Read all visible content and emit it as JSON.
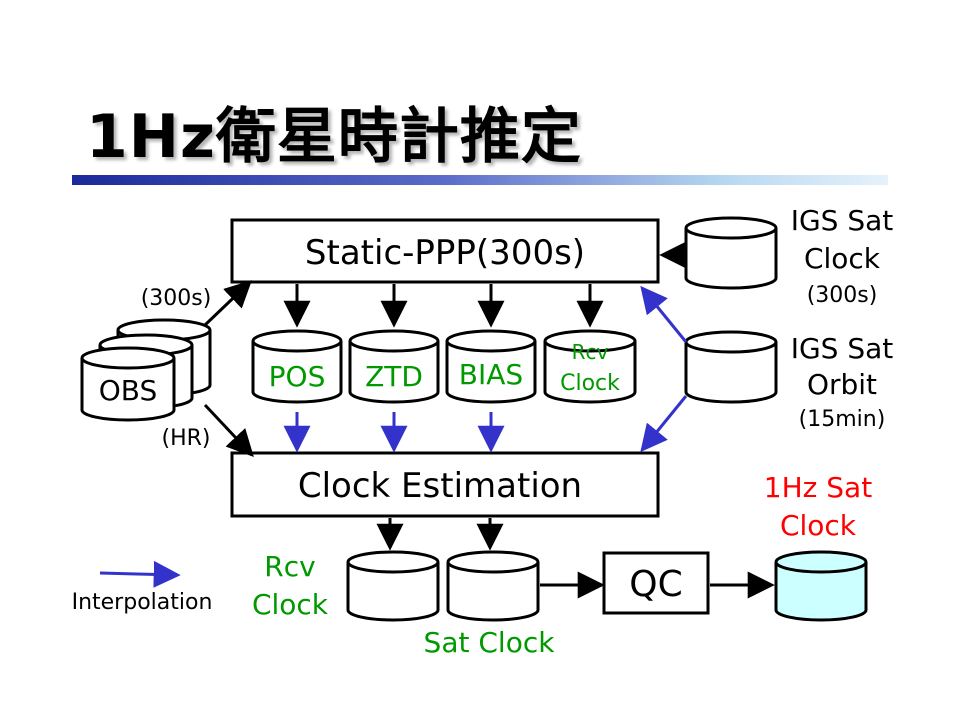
{
  "title": "1Hz衛星時計推定",
  "colors": {
    "text": "#000000",
    "green": "#009900",
    "red": "#ff0000",
    "blue_arrow": "#3333cc",
    "black_arrow": "#000000",
    "highlight_fill": "#ccffff"
  },
  "boxes": {
    "static_ppp": "Static-PPP(300s)",
    "clock_estimation": "Clock Estimation",
    "qc": "QC"
  },
  "obs": {
    "label": "OBS",
    "rate_top": "(300s)",
    "rate_bottom": "(HR)"
  },
  "products": {
    "pos": "POS",
    "ztd": "ZTD",
    "bias": "BIAS",
    "rcv_clock_line1": "Rcv",
    "rcv_clock_line2": "Clock"
  },
  "igs_clock": {
    "line1": "IGS Sat",
    "line2": "Clock",
    "rate": "(300s)"
  },
  "igs_orbit": {
    "line1": "IGS Sat",
    "line2": "Orbit",
    "rate": "(15min)"
  },
  "outputs": {
    "rcv_clock_line1": "Rcv",
    "rcv_clock_line2": "Clock",
    "sat_clock": "Sat Clock",
    "final_line1": "1Hz Sat",
    "final_line2": "Clock"
  },
  "legend": {
    "interpolation": "Interpolation"
  }
}
